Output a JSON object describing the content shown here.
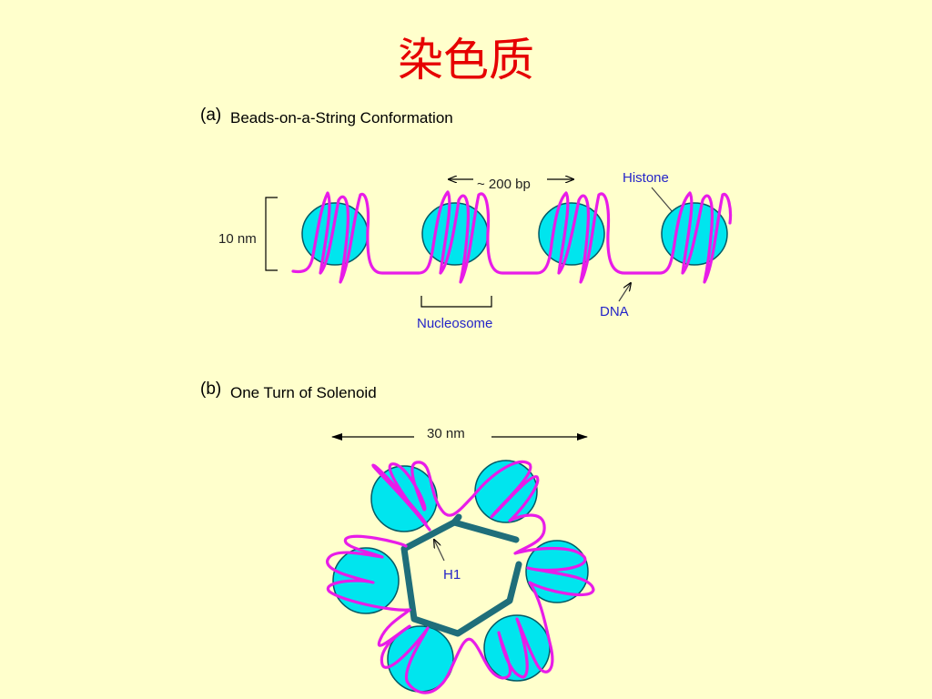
{
  "title": "染色质",
  "panel_a": {
    "tag": "(a)",
    "heading": "Beads-on-a-String Conformation",
    "spacing_label": "~ 200 bp",
    "histone_label": "Histone",
    "scale_label": "10 nm",
    "nucleosome_label": "Nucleosome",
    "dna_label": "DNA"
  },
  "panel_b": {
    "tag": "(b)",
    "heading": "One Turn of  Solenoid",
    "width_label": "30 nm",
    "h1_label": "H1"
  },
  "colors": {
    "background": "#FFFFCC",
    "title": "#E60000",
    "bead": "#00E5EE",
    "dna": "#E81CE8",
    "linker_histone": "#1F6E7A",
    "annotation_text": "#2424C8"
  }
}
